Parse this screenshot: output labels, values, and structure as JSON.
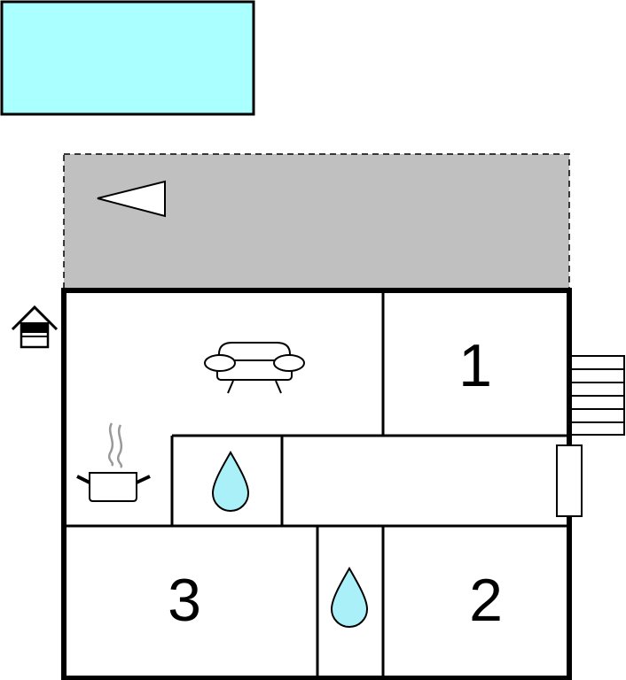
{
  "rooms": {
    "bedroom_1": {
      "number": "1"
    },
    "bedroom_2": {
      "number": "2"
    },
    "bedroom_3": {
      "number": "3"
    }
  },
  "icons": {
    "pool": "pool-icon",
    "terrace_arrow": "direction-arrow-icon",
    "entrance": "entrance-house-icon",
    "living": "sofa-icon",
    "kitchen": "cooking-pot-icon",
    "bathroom": "water-drop-icon",
    "stairs": "stairs-icon",
    "door": "door-icon"
  },
  "colors": {
    "pool_fill": "#aaffff",
    "terrace_fill": "#c0c0c0",
    "water_drop_fill": "#aaf0f8",
    "wall": "#000000"
  }
}
